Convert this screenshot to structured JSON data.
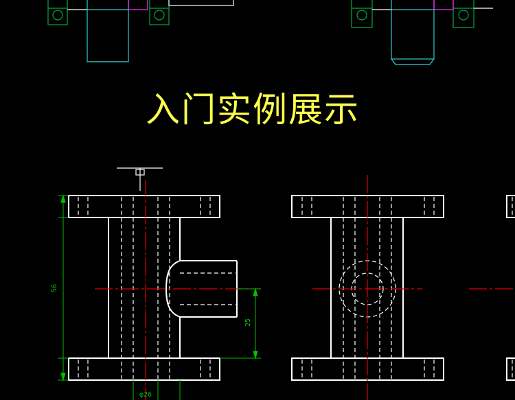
{
  "title": "入门实例展示",
  "dimensions": {
    "height_total": "56",
    "height_branch": "25",
    "diameter": "φ26"
  },
  "colors": {
    "background": "#000000",
    "outline": "#ffffff",
    "centerline": "#e00000",
    "dimension": "#00c000",
    "title": "#ffff4d",
    "shaft": "#33cccc",
    "bearing": "#00aa44",
    "accent": "#ff33ff"
  }
}
